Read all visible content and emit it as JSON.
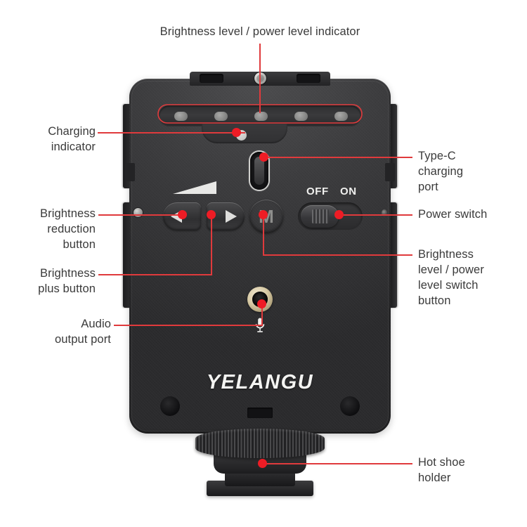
{
  "diagram": {
    "title": "YELANGU LED video light - annotated callout diagram",
    "accent_color": "#e03a3c",
    "label_color": "#3a3a3a",
    "body_color": "#3a3a3c"
  },
  "callouts": {
    "top_indicator": "Brightness level / power level indicator",
    "charging_indicator": "Charging\nindicator",
    "brightness_reduction": "Brightness\nreduction\nbutton",
    "brightness_plus": "Brightness\nplus button",
    "audio_output": "Audio\noutput port",
    "type_c": "Type-C\ncharging\nport",
    "power_switch": "Power switch",
    "level_switch": "Brightness\nlevel / power\nlevel switch\nbutton",
    "hot_shoe": "Hot shoe\nholder"
  },
  "device": {
    "brand": "YELANGU",
    "switch_off_label": "OFF",
    "switch_on_label": "ON",
    "mode_button_label": "M",
    "led_count": 5,
    "icons": {
      "microphone": "microphone-icon",
      "brightness_wedge": "brightness-wedge-icon",
      "arrow_left": "arrow-left-icon",
      "arrow_right": "arrow-right-icon"
    }
  }
}
